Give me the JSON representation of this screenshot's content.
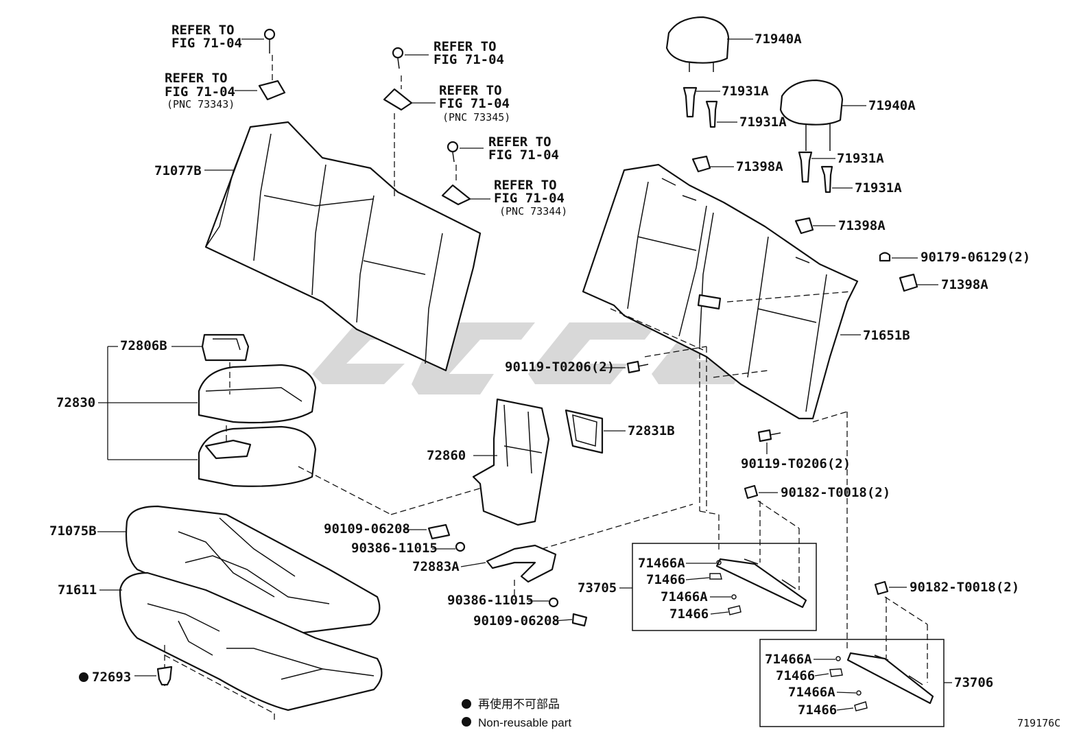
{
  "figure_code": "719176C",
  "labels": {
    "refer_a": "REFER TO\nFIG 71-04",
    "refer_b": "REFER TO\nFIG 71-04",
    "refer_b_pnc": "(PNC 73343)",
    "refer_c": "REFER TO\nFIG 71-04",
    "refer_d": "REFER TO\nFIG 71-04",
    "refer_d_pnc": "(PNC 73345)",
    "refer_e": "REFER TO\nFIG 71-04",
    "refer_f": "REFER TO\nFIG 71-04",
    "refer_f_pnc": "(PNC 73344)",
    "p71077B": "71077B",
    "p72806B": "72806B",
    "p72830": "72830",
    "p71075B": "71075B",
    "p71611": "71611",
    "p72693": "72693",
    "p72860": "72860",
    "p72831B": "72831B",
    "p90109a": "90109-06208",
    "p90386a": "90386-11015",
    "p72883A": "72883A",
    "p90386b": "90386-11015",
    "p90109b": "90109-06208",
    "p71940A_1": "71940A",
    "p71940A_2": "71940A",
    "p71931A_1": "71931A",
    "p71931A_2": "71931A",
    "p71931A_3": "71931A",
    "p71931A_4": "71931A",
    "p71398A_1": "71398A",
    "p71398A_2": "71398A",
    "p71398A_3": "71398A",
    "p90179": "90179-06129(2)",
    "p71651B": "71651B",
    "p90119a": "90119-T0206(2)",
    "p90119b": "90119-T0206(2)",
    "p90182a": "90182-T0018(2)",
    "p90182b": "90182-T0018(2)",
    "p73705": "73705",
    "p73706": "73706",
    "box1_a1": "71466A",
    "box1_b1": "71466",
    "box1_a2": "71466A",
    "box1_b2": "71466",
    "box2_a1": "71466A",
    "box2_b1": "71466",
    "box2_a2": "71466A",
    "box2_b2": "71466"
  },
  "legend": {
    "symbol": "●",
    "jp": "再使用不可部品",
    "en": "Non-reusable part"
  },
  "watermark_colors": {
    "gray": "#b8b8b8"
  }
}
